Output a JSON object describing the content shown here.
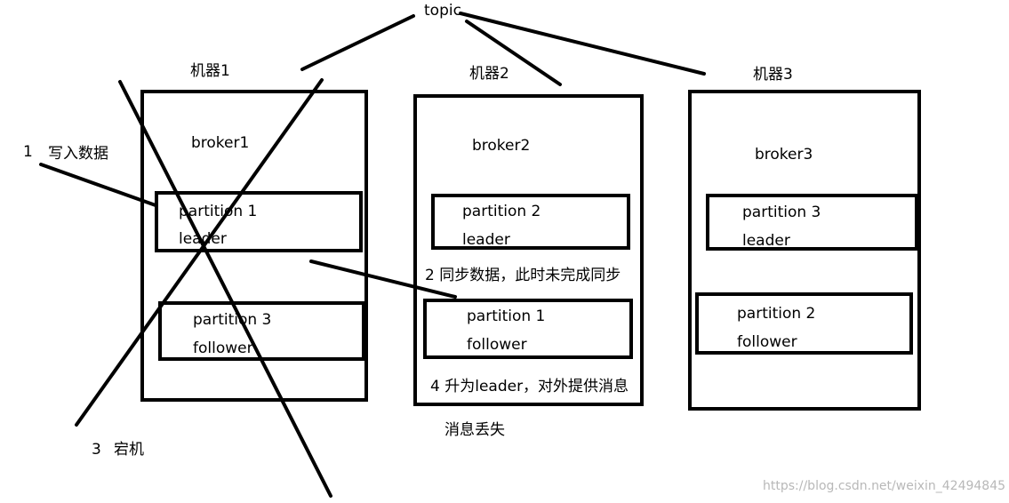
{
  "topic": "topic",
  "machines": {
    "m1": "机器1",
    "m2": "机器2",
    "m3": "机器3"
  },
  "brokers": {
    "b1": "broker1",
    "b2": "broker2",
    "b3": "broker3"
  },
  "partitions": {
    "b1_p1_name": "partition 1",
    "b1_p1_role": "leader",
    "b1_p3_name": "partition 3",
    "b1_p3_role": "follower",
    "b2_p2_name": "partition 2",
    "b2_p2_role": "leader",
    "b2_p1_name": "partition 1",
    "b2_p1_role": "follower",
    "b3_p3_name": "partition 3",
    "b3_p3_role": "leader",
    "b3_p2_name": "partition 2",
    "b3_p2_role": "follower"
  },
  "steps": {
    "s1_num": "1",
    "s1_text": "写入数据",
    "s2": "2 同步数据，此时未完成同步",
    "s3_num": "3",
    "s3_text": "宕机",
    "s4": "4 升为leader，对外提供消息"
  },
  "result": "消息丢失",
  "watermark": "https://blog.csdn.net/weixin_42494845"
}
